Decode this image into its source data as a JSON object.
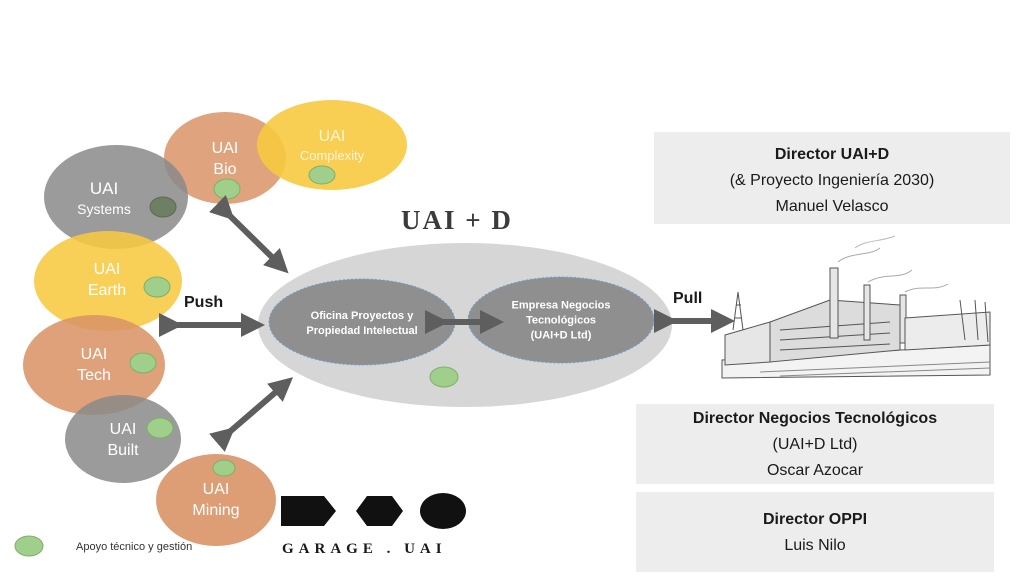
{
  "title": "UAI + D",
  "units": {
    "bio": {
      "line1": "UAI",
      "line2": "Bio"
    },
    "complexity": {
      "line1": "UAI",
      "line2": "Complexity"
    },
    "systems": {
      "line1": "UAI",
      "line2": "Systems"
    },
    "earth": {
      "line1": "UAI",
      "line2": "Earth"
    },
    "tech": {
      "line1": "UAI",
      "line2": "Tech"
    },
    "built": {
      "line1": "UAI",
      "line2": "Built"
    },
    "mining": {
      "line1": "UAI",
      "line2": "Mining"
    }
  },
  "center": {
    "oficina": {
      "line1": "Oficina  Proyectos y",
      "line2": "Propiedad Intelectual"
    },
    "empresa": {
      "line1": "Empresa Negocios",
      "line2": "Tecnológicos",
      "line3": "(UAI+D Ltd)"
    }
  },
  "labels": {
    "push": "Push",
    "pull": "Pull"
  },
  "directors": {
    "uaid": {
      "role": "Director UAI+D",
      "sub": "(& Proyecto Ingeniería 2030)",
      "name": "Manuel Velasco"
    },
    "negocios": {
      "role": "Director Negocios Tecnológicos",
      "sub": "(UAI+D Ltd)",
      "name": "Oscar Azocar"
    },
    "oppi": {
      "role": "Director OPPI",
      "name": "Luis Nilo"
    }
  },
  "legend": {
    "text": "Apoyo técnico y gestión"
  },
  "garage": {
    "text": "GARAGE . UAI"
  },
  "colors": {
    "orange": "#d99466",
    "yellow": "#f7c940",
    "gray": "#8a8a8a",
    "green_dot": "#9fcf8a",
    "center_ellipse": "#d6d6d6",
    "inner_ellipse": "#8f8f8f",
    "arrow": "#5e5e5e",
    "box": "#ededed"
  }
}
